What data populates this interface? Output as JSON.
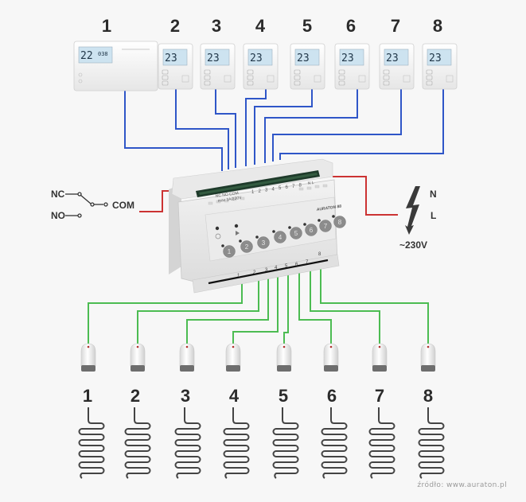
{
  "thermostats": [
    {
      "number": "1",
      "type": "programmable",
      "display_temp": "22",
      "display_time": "038"
    },
    {
      "number": "2",
      "type": "basic",
      "display_temp": "23"
    },
    {
      "number": "3",
      "type": "basic",
      "display_temp": "23"
    },
    {
      "number": "4",
      "type": "basic",
      "display_temp": "23"
    },
    {
      "number": "5",
      "type": "basic",
      "display_temp": "23"
    },
    {
      "number": "6",
      "type": "advanced",
      "display_temp": "23"
    },
    {
      "number": "7",
      "type": "advanced",
      "display_temp": "23"
    },
    {
      "number": "8",
      "type": "advanced",
      "display_temp": "23"
    }
  ],
  "relay": {
    "nc_label": "NC",
    "no_label": "NO",
    "com_label": "COM"
  },
  "power": {
    "n_label": "N",
    "l_label": "L",
    "voltage_label": "~230V"
  },
  "module": {
    "brand": "AURATON 88",
    "terminal_label": "NC NO COM",
    "terminal_sub": "max 3A/230V",
    "input_numbers": [
      "1",
      "2",
      "3",
      "4",
      "5",
      "6",
      "7",
      "8"
    ],
    "power_terminal": "N L",
    "buttons": [
      "1",
      "2",
      "3",
      "4",
      "5",
      "6",
      "7",
      "8"
    ]
  },
  "actuators": [
    {
      "number": "1"
    },
    {
      "number": "2"
    },
    {
      "number": "3"
    },
    {
      "number": "4"
    },
    {
      "number": "5"
    },
    {
      "number": "6"
    },
    {
      "number": "7"
    },
    {
      "number": "8"
    }
  ],
  "colors": {
    "thermostat_wire": "#2f56c8",
    "actuator_wire": "#4cbc52",
    "power_wire": "#cc3333",
    "heating_loop": "#444444",
    "lcd": "#cde3f0"
  },
  "source_text": "źródło: www.auraton.pl"
}
